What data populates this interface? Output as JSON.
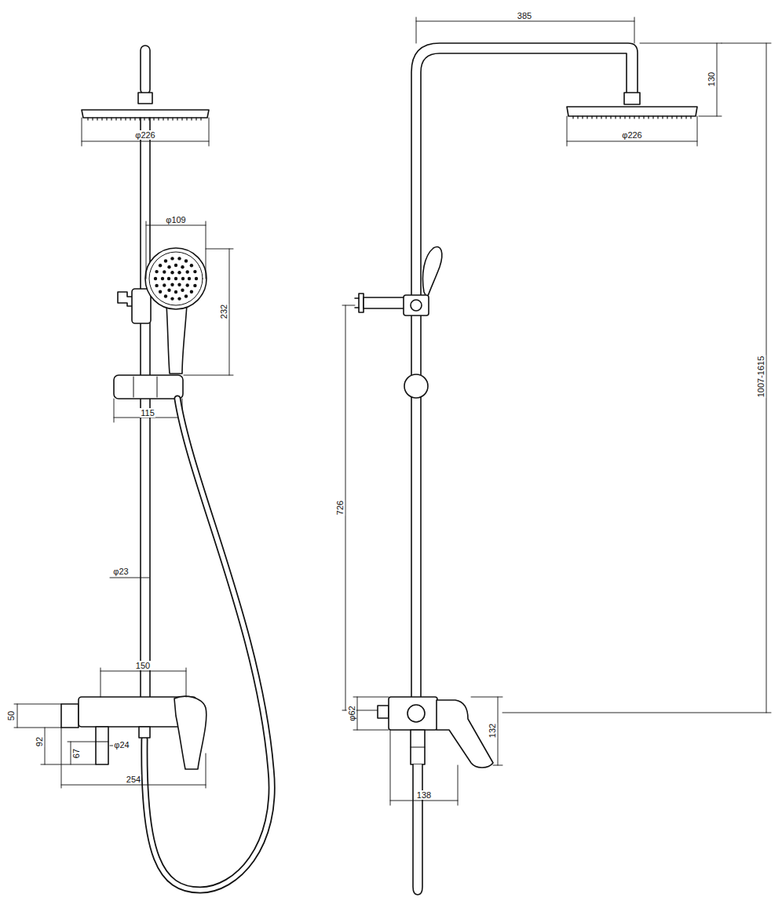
{
  "diagram": {
    "labels": [
      "φ226",
      "φ109",
      "232",
      "115",
      "φ23",
      "150",
      "50",
      "92",
      "67",
      "φ24",
      "254",
      "385",
      "130",
      "φ226",
      "1007-1615",
      "726",
      "φ62",
      "132",
      "138"
    ]
  }
}
